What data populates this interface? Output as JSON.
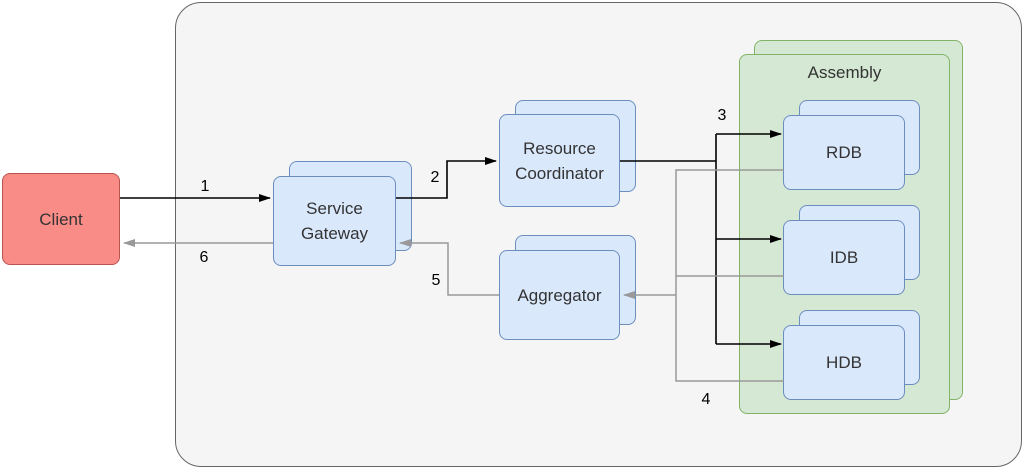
{
  "diagram": {
    "boundary_name": "system-boundary",
    "nodes": {
      "client": {
        "label": "Client"
      },
      "service_gateway": {
        "label": "Service\nGateway"
      },
      "resource_coordinator": {
        "label": "Resource\nCoordinator"
      },
      "aggregator": {
        "label": "Aggregator"
      },
      "assembly": {
        "label": "Assembly"
      },
      "rdb": {
        "label": "RDB"
      },
      "idb": {
        "label": "IDB"
      },
      "hdb": {
        "label": "HDB"
      }
    },
    "edges": [
      {
        "label": "1",
        "from": "client",
        "to": "service_gateway",
        "color": "#000000"
      },
      {
        "label": "2",
        "from": "service_gateway",
        "to": "resource_coordinator",
        "color": "#000000"
      },
      {
        "label": "3",
        "from": "resource_coordinator",
        "to": "rdb, idb, hdb",
        "color": "#000000"
      },
      {
        "label": "4",
        "from": "rdb, idb, hdb",
        "to": "aggregator",
        "color": "#999999"
      },
      {
        "label": "5",
        "from": "aggregator",
        "to": "service_gateway",
        "color": "#999999"
      },
      {
        "label": "6",
        "from": "service_gateway",
        "to": "client",
        "color": "#999999"
      }
    ],
    "colors": {
      "node_fill_blue": "#dae8fc",
      "node_stroke_blue": "#6c8ebf",
      "assembly_fill": "#d5e8d4",
      "assembly_stroke": "#82b366",
      "client_fill": "#fa8c87",
      "client_stroke": "#b85450",
      "boundary_fill": "#f5f5f5",
      "boundary_stroke": "#666666",
      "arrow_black": "#000000",
      "arrow_gray": "#999999"
    }
  }
}
